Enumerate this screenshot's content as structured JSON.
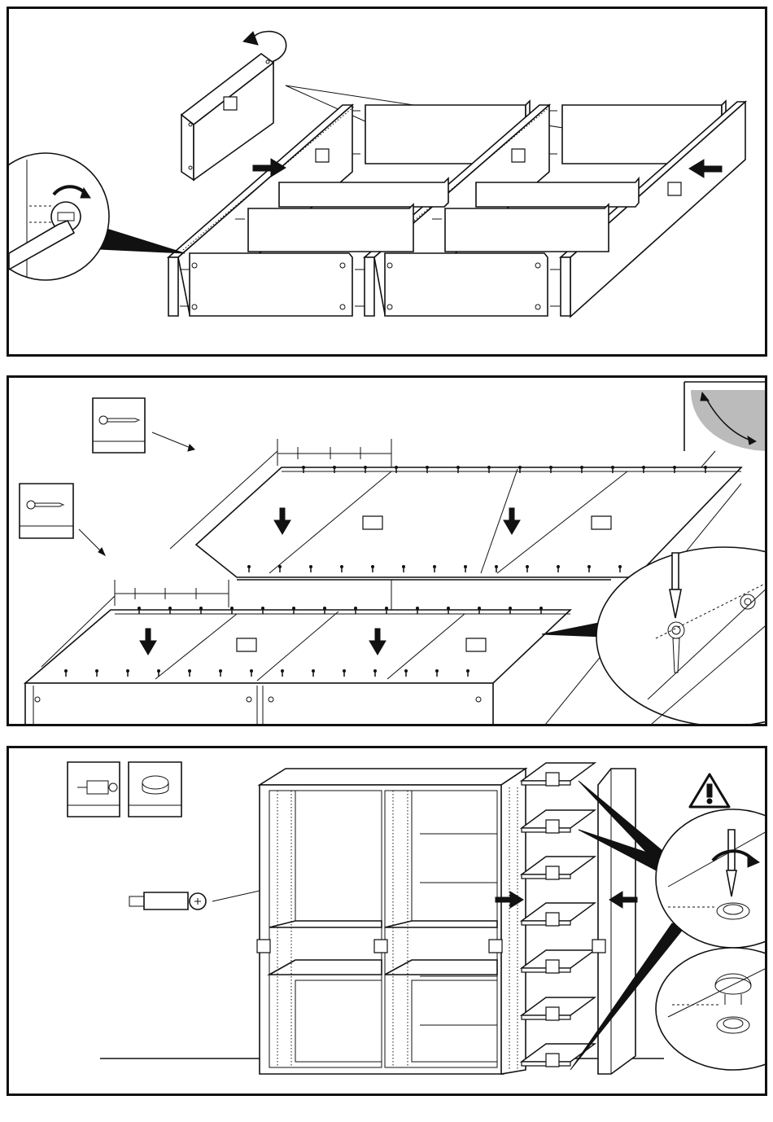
{
  "steps": [
    {
      "id": "step-1",
      "description_icons": [
        "rotate-arrow-icon",
        "push-arrow-icon",
        "screwdriver-detail-icon"
      ]
    },
    {
      "id": "step-2",
      "description_icons": [
        "screw-long-icon",
        "screw-short-icon",
        "down-arrow-icon",
        "corner-angle-icon"
      ]
    },
    {
      "id": "step-3",
      "description_icons": [
        "cam-bolt-icon",
        "cover-cap-icon",
        "warning-icon",
        "push-arrow-icon"
      ]
    }
  ],
  "colors": {
    "line": "#111111",
    "background": "#ffffff",
    "hatch": "#555555"
  }
}
